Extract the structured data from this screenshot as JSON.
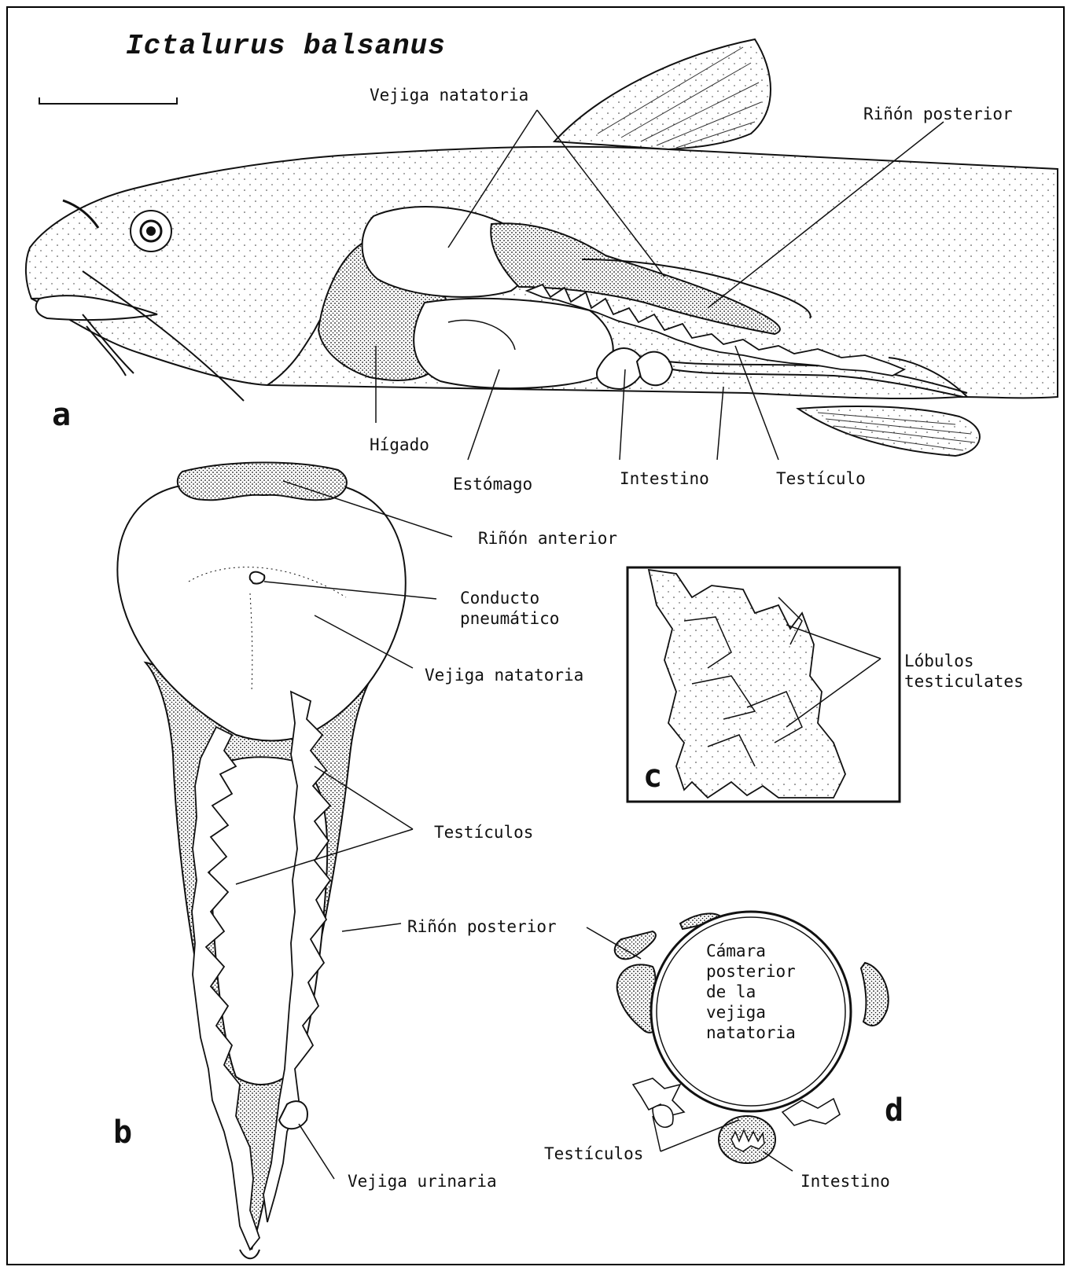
{
  "figure": {
    "title": "Ictalurus balsanus",
    "panels": [
      "a",
      "b",
      "c",
      "d"
    ]
  },
  "panel_a": {
    "labels": {
      "vejiga": "Vejiga natatoria",
      "rinon_posterior": "Riñón posterior",
      "higado": "Hígado",
      "estomago": "Estómago",
      "intestino": "Intestino",
      "testiculo": "Testículo"
    }
  },
  "panel_b": {
    "labels": {
      "rinon_anterior": "Riñón anterior",
      "conducto": "Conducto\npneumático",
      "vejiga": "Vejiga natatoria",
      "testiculos": "Testículos",
      "rinon_posterior": "Riñón posterior",
      "vejiga_urinaria": "Vejiga urinaria"
    }
  },
  "panel_c": {
    "labels": {
      "lobulos": "Lóbulos\ntesticulates"
    }
  },
  "panel_d": {
    "labels": {
      "camara": "Cámara\nposterior\nde la\nvejiga\nnatatoria",
      "testiculos": "Testículos",
      "intestino": "Intestino"
    }
  },
  "colors": {
    "ink": "#111111",
    "stipple_fill": "#bdbdbd",
    "paper": "#ffffff"
  }
}
